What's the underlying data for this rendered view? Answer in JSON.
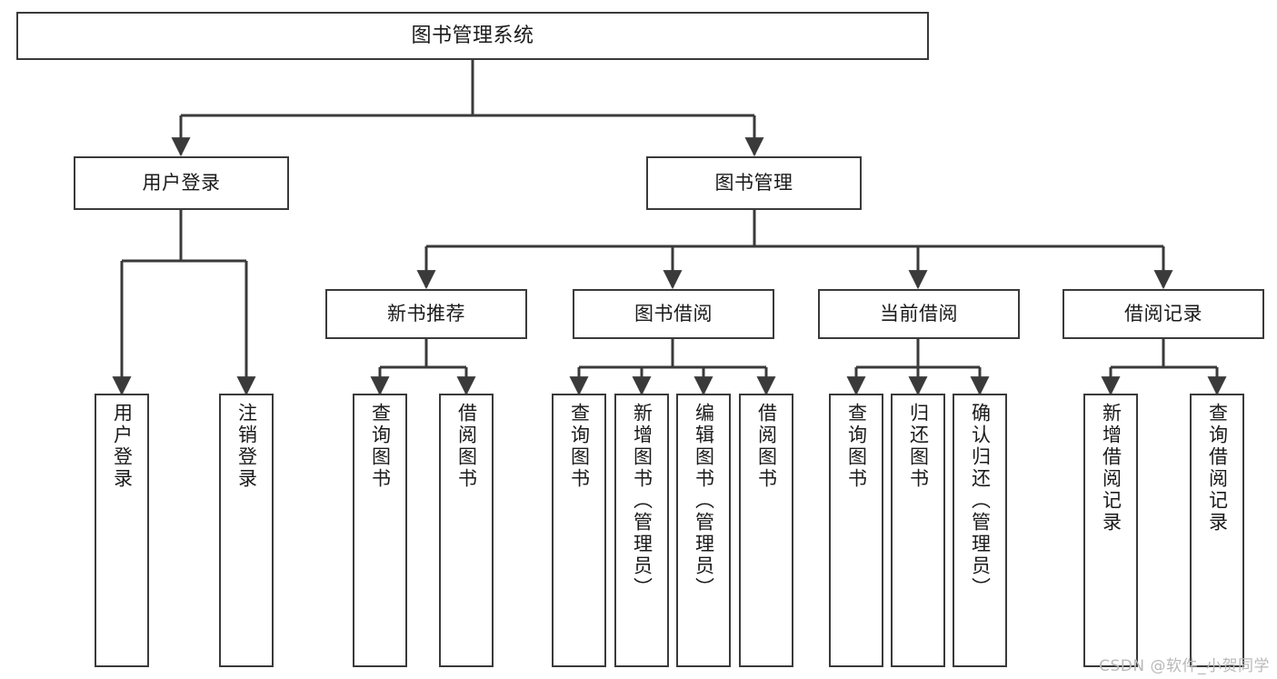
{
  "diagram": {
    "title": "图书管理系统",
    "type": "tree-hierarchy",
    "orientation": "top-down",
    "colors": {
      "box_border": "#3a3a3a",
      "box_fill": "#ffffff",
      "edge": "#3a3a3a",
      "text": "#1a1a1a",
      "watermark": "#b9b9b9",
      "background": "#ffffff"
    },
    "levels": [
      {
        "level": 1,
        "nodes": [
          {
            "id": "root",
            "label": "图书管理系统",
            "orientation": "horizontal"
          }
        ]
      },
      {
        "level": 2,
        "nodes": [
          {
            "id": "login",
            "label": "用户登录",
            "orientation": "horizontal",
            "parent": "root"
          },
          {
            "id": "bookmgmt",
            "label": "图书管理",
            "orientation": "horizontal",
            "parent": "root"
          }
        ]
      },
      {
        "level": 3,
        "nodes": [
          {
            "id": "recommend",
            "label": "新书推荐",
            "orientation": "horizontal",
            "parent": "bookmgmt"
          },
          {
            "id": "borrow",
            "label": "图书借阅",
            "orientation": "horizontal",
            "parent": "bookmgmt"
          },
          {
            "id": "current",
            "label": "当前借阅",
            "orientation": "horizontal",
            "parent": "bookmgmt"
          },
          {
            "id": "records",
            "label": "借阅记录",
            "orientation": "horizontal",
            "parent": "bookmgmt"
          }
        ]
      },
      {
        "level": 4,
        "nodes": [
          {
            "id": "leaf-user-login",
            "label": "用户登录",
            "orientation": "vertical",
            "parent": "login"
          },
          {
            "id": "leaf-user-logout",
            "label": "注销登录",
            "orientation": "vertical",
            "parent": "login"
          },
          {
            "id": "leaf-rec-query",
            "label": "查询图书",
            "orientation": "vertical",
            "parent": "recommend"
          },
          {
            "id": "leaf-rec-borrow",
            "label": "借阅图书",
            "orientation": "vertical",
            "parent": "recommend"
          },
          {
            "id": "leaf-borrow-query",
            "label": "查询图书",
            "orientation": "vertical",
            "parent": "borrow"
          },
          {
            "id": "leaf-borrow-add",
            "label": "新增图书（管理员）",
            "orientation": "vertical",
            "parent": "borrow"
          },
          {
            "id": "leaf-borrow-edit",
            "label": "编辑图书（管理员）",
            "orientation": "vertical",
            "parent": "borrow"
          },
          {
            "id": "leaf-borrow-lend",
            "label": "借阅图书",
            "orientation": "vertical",
            "parent": "borrow"
          },
          {
            "id": "leaf-cur-query",
            "label": "查询图书",
            "orientation": "vertical",
            "parent": "current"
          },
          {
            "id": "leaf-cur-return",
            "label": "归还图书",
            "orientation": "vertical",
            "parent": "current"
          },
          {
            "id": "leaf-cur-confirm",
            "label": "确认归还（管理员）",
            "orientation": "vertical",
            "parent": "current"
          },
          {
            "id": "leaf-rec-add",
            "label": "新增借阅记录",
            "orientation": "vertical",
            "parent": "records"
          },
          {
            "id": "leaf-rec-search",
            "label": "查询借阅记录",
            "orientation": "vertical",
            "parent": "records"
          }
        ]
      }
    ]
  },
  "watermark": {
    "text": "CSDN @软件_小贺同学"
  }
}
